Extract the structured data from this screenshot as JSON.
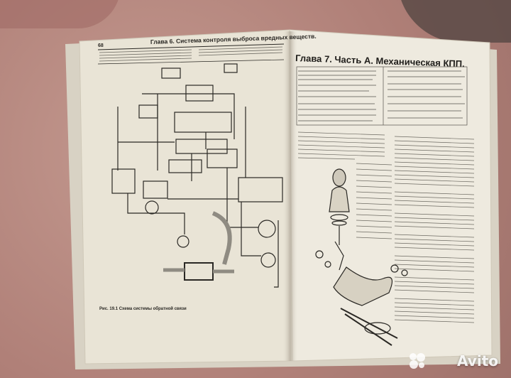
{
  "left_page": {
    "page_number": "68",
    "chapter_header": "Глава 6. Система контроля выброса вредных веществ.",
    "figure_caption": "Рис. 19.1 Схема системы обратной связи"
  },
  "right_page": {
    "chapter_title": "Глава 7. Часть А. Механическая КПП."
  },
  "watermark": {
    "brand": "Avito"
  },
  "colors": {
    "background": "#b9897f",
    "paper": "#e8e2d4",
    "ink": "#2a2824",
    "watermark": "#ffffff"
  }
}
